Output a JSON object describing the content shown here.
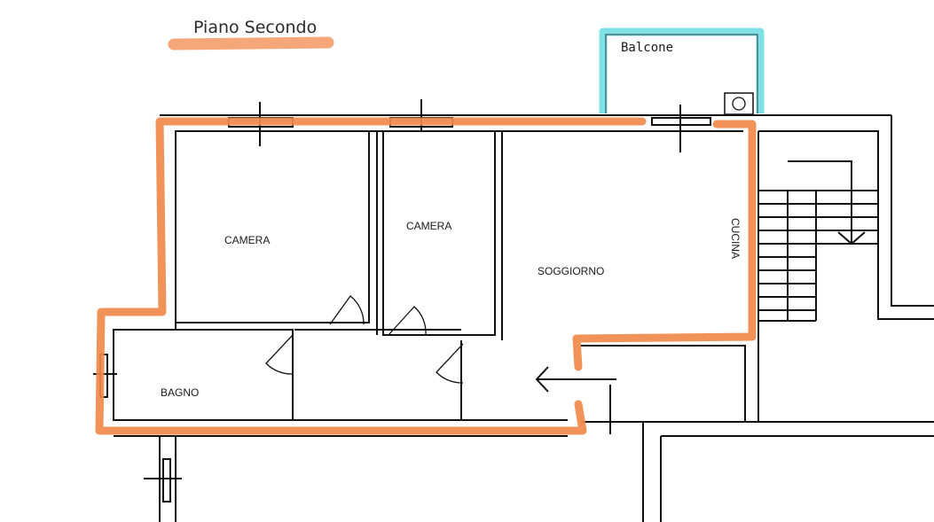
{
  "title": "Piano Secondo",
  "rooms": {
    "camera_1": "CAMERA",
    "camera_2": "CAMERA",
    "soggiorno": "SOGGIORNO",
    "cucina": "CUCINA",
    "bagno": "BAGNO",
    "balcone": "Balcone"
  },
  "colors": {
    "highlight_wall": "#f08a4b",
    "title_underline": "#f6a77a",
    "balcony_outline": "#7fe0e6",
    "wall_line": "#111111"
  }
}
